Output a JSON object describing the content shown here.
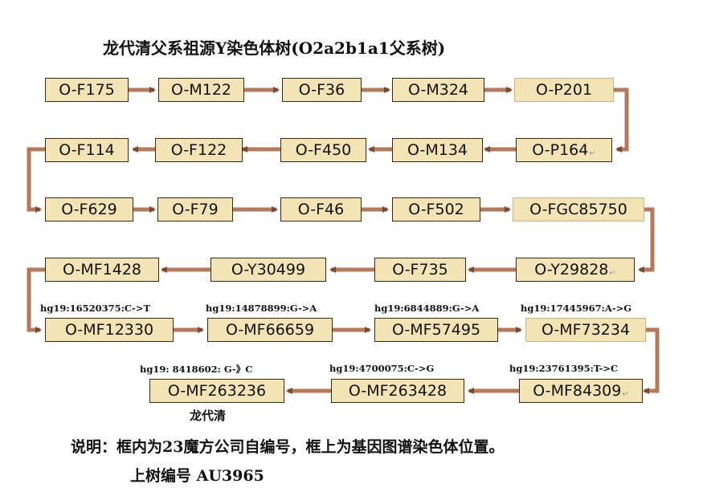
{
  "title": "龙代清父系祖源Y染色体树(O2a2b1a1父系树)",
  "rows": [
    [
      "O-F175",
      "O-M122",
      "O-F36",
      "O-M324",
      "O-P201"
    ],
    [
      "O-F114",
      "O-F122",
      "O-F450",
      "O-M134",
      "O-P164"
    ],
    [
      "O-F629",
      "O-F79",
      "O-F46",
      "O-F502",
      "O-FGC85750"
    ],
    [
      "O-MF1428",
      "O-Y30499",
      "O-F735",
      "O-Y29828"
    ],
    [
      "O-MF12330",
      "O-MF66659",
      "O-MF57495",
      "O-MF73234"
    ],
    [
      "O-MF263236",
      "O-MF263428",
      "O-MF84309"
    ]
  ],
  "annotations": {
    "mf12330": "hg19:16520375:C->T",
    "mf66659": "hg19:14878899:G->A",
    "mf57495": "hg19:6844889:G->A",
    "mf73234": "hg19:17445967:A->G",
    "mf263236": "hg19: 8418602: G-》C",
    "mf263428": "hg19:4700075:C->G",
    "mf84309": "hg19:23761395:T->C"
  },
  "person_label": "龙代清",
  "para_mark": "↵",
  "footer": {
    "line1": "说明：框内为23魔方公司自编号，框上为基因图谱染色体位置。",
    "line2": "上树编号 AU3965"
  },
  "colors": {
    "node_fill": "#f3e3b5",
    "connector": "#b5785a"
  }
}
